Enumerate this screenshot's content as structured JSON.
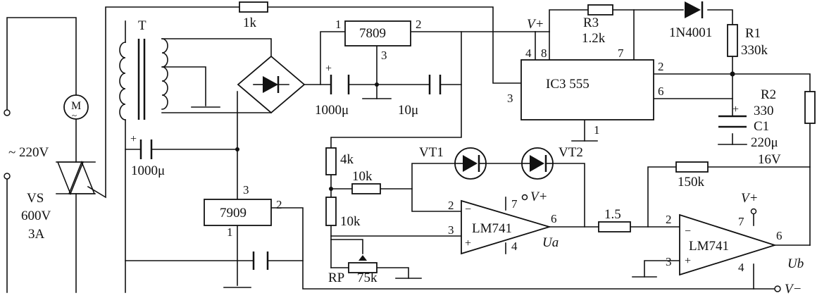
{
  "supply": {
    "ac": "~ 220V"
  },
  "transformer": {
    "label": "T"
  },
  "motor": {
    "label": "M",
    "sub": "~"
  },
  "triac": {
    "ref": "VS",
    "voltage": "600V",
    "current": "3A"
  },
  "cap_1000_left": "1000μ",
  "resistors": {
    "r_1k": "1k",
    "r3_ref": "R3",
    "r3_val": "1.2k",
    "r1_ref": "R1",
    "r1_val": "330k",
    "r2_ref": "R2",
    "r2_val": "330",
    "r_4k": "4k",
    "r_10k_a": "10k",
    "r_10k_b": "10k",
    "rp_ref": "RP",
    "rp_val": "75k",
    "r_150k": "150k",
    "r_15": "1.5"
  },
  "regulators": {
    "u7809": {
      "label": "7809",
      "pins": [
        "1",
        "2",
        "3"
      ]
    },
    "u7909": {
      "label": "7909",
      "pins": [
        "3",
        "2",
        "1"
      ]
    }
  },
  "caps": {
    "c_1000": "1000μ",
    "c_10": "10μ",
    "c1_ref": "C1",
    "c1_val": "220μ",
    "c1_volt": "16V",
    "c1_plus": "+"
  },
  "diode_1n4001": "1N4001",
  "ic555": {
    "label": "IC3   555",
    "pin4": "4",
    "pin8": "8",
    "pin7": "7",
    "pin2": "2",
    "pin6": "6",
    "pin3": "3",
    "pin1": "1"
  },
  "vplus": "V+",
  "vminus": "V−",
  "leds": {
    "vt1": "VT1",
    "vt2": "VT2"
  },
  "opamp_a": {
    "label": "LM741",
    "pin2": "2",
    "pin3": "3",
    "pin7": "7",
    "pin6": "6",
    "pin4": "4",
    "out": "Ua"
  },
  "opamp_b": {
    "label": "LM741",
    "pin2": "2",
    "pin3": "3",
    "pin7": "7",
    "pin6": "6",
    "pin4": "4",
    "out": "Ub"
  }
}
